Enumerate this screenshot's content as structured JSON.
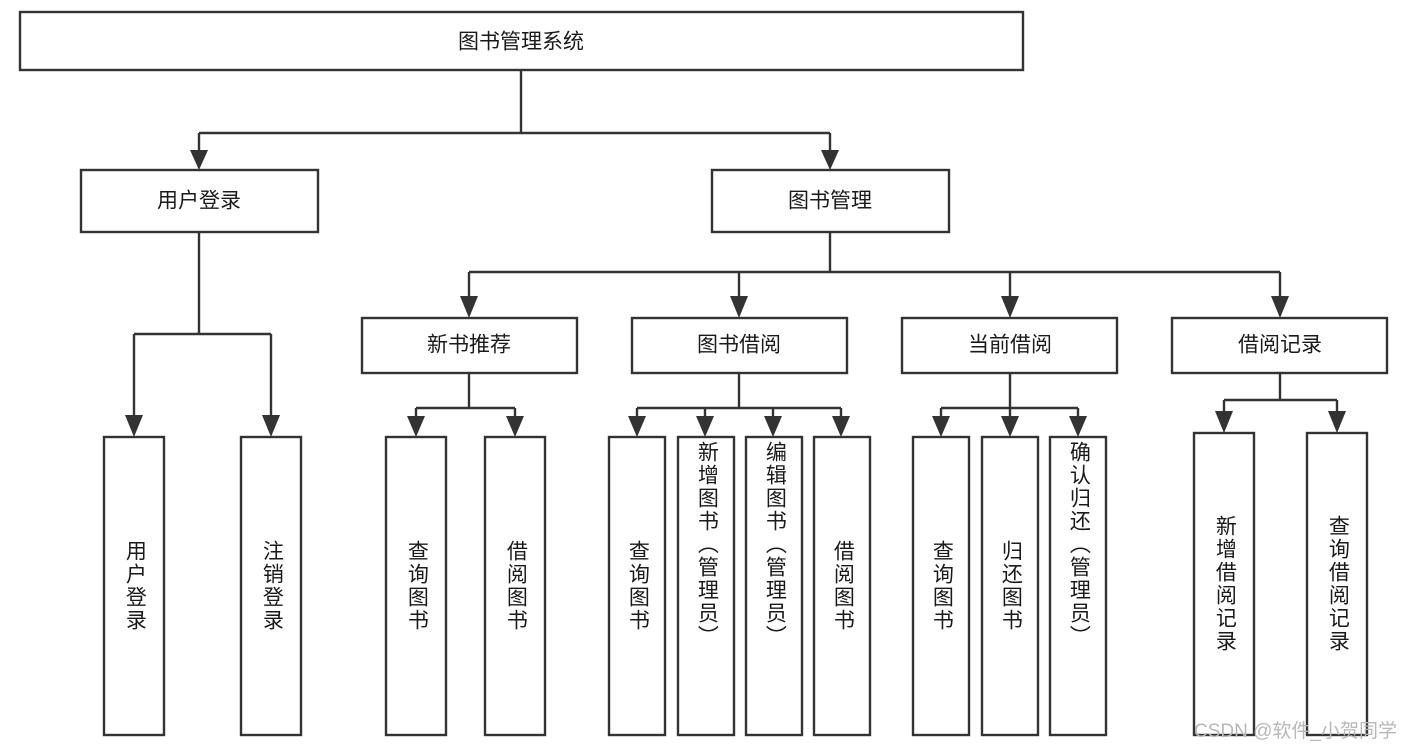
{
  "diagram": {
    "title": "图书管理系统",
    "type": "function-structure-tree",
    "colors": {
      "box_stroke": "#333333",
      "box_fill": "#ffffff",
      "text": "#1a1a1a",
      "watermark": "#b8b8b8",
      "background": "#ffffff"
    },
    "root": {
      "label": "图书管理系统"
    },
    "level2": [
      {
        "label": "用户登录"
      },
      {
        "label": "图书管理"
      }
    ],
    "level3": [
      {
        "label": "新书推荐"
      },
      {
        "label": "图书借阅"
      },
      {
        "label": "当前借阅"
      },
      {
        "label": "借阅记录"
      }
    ],
    "leaves": {
      "user_login": [
        {
          "label": "用户登录"
        },
        {
          "label": "注销登录"
        }
      ],
      "new_book_recommend": [
        {
          "label": "查询图书"
        },
        {
          "label": "借阅图书"
        }
      ],
      "book_borrow": [
        {
          "label": "查询图书"
        },
        {
          "label": "新增图书（管理员）"
        },
        {
          "label": "编辑图书（管理员）"
        },
        {
          "label": "借阅图书"
        }
      ],
      "current_borrow": [
        {
          "label": "查询图书"
        },
        {
          "label": "归还图书"
        },
        {
          "label": "确认归还（管理员）"
        }
      ],
      "borrow_record": [
        {
          "label": "新增借阅记录"
        },
        {
          "label": "查询借阅记录"
        }
      ]
    },
    "watermark": "CSDN @软件_小贺同学"
  }
}
